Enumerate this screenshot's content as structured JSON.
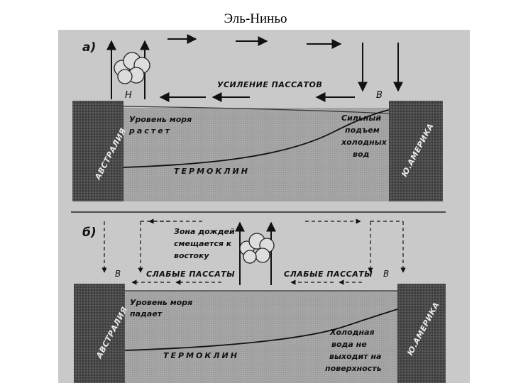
{
  "title": "Эль-Ниньо",
  "panel_a": {
    "letter": "а)",
    "low_pressure": "Н",
    "high_pressure": "В",
    "winds_label": "УСИЛЕНИЕ ПАССАТОВ",
    "sea_level_line1": "Уровень моря",
    "sea_level_line2": "растет",
    "upwelling_lines": [
      "Сильный",
      "подъем",
      "холодных",
      "вод"
    ],
    "thermocline": "ТЕРМОКЛИН",
    "land_left": "АВСТРАЛИЯ",
    "land_right": "Ю.АМЕРИКА"
  },
  "panel_b": {
    "letter": "б)",
    "rain_line1": "Зона дождей",
    "rain_line2": "смещается к",
    "rain_line3": "востоку",
    "high_left": "В",
    "high_right": "В",
    "weak_left": "СЛАБЫЕ ПАССАТЫ",
    "weak_right": "СЛАБЫЕ ПАССАТЫ",
    "sea_level_line1": "Уровень моря",
    "sea_level_line2": "падает",
    "cold_lines": [
      "Холодная",
      "вода не",
      "выходит на",
      "поверхность"
    ],
    "thermocline": "ТЕРМОКЛИН",
    "land_left": "АВСТРАЛИЯ",
    "land_right": "Ю.АМЕРИКА"
  },
  "colors": {
    "paper": "#c9c9c9",
    "water": "#a3a3a3",
    "land": "#4a4a4a",
    "ink": "#111111"
  },
  "icons": [
    "cloud-icon",
    "arrow-icon"
  ]
}
